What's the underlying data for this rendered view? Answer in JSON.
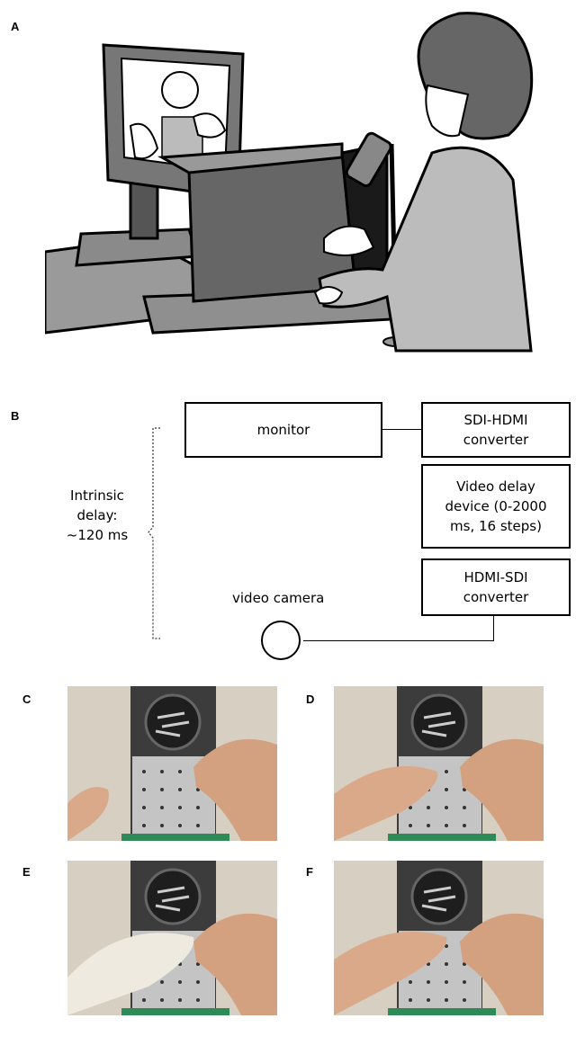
{
  "panels": {
    "a": "A",
    "b": "B",
    "c": "C",
    "d": "D",
    "e": "E",
    "f": "F"
  },
  "diagram": {
    "monitor": "monitor",
    "sdi_hdmi_line1": "SDI-HDMI",
    "sdi_hdmi_line2": "converter",
    "delay_line1": "Video delay",
    "delay_line2": "device (0-2000",
    "delay_line3": "ms, 16 steps)",
    "hdmi_sdi_line1": "HDMI-SDI",
    "hdmi_sdi_line2": "converter",
    "camera": "video camera",
    "intrinsic_line1": "Intrinsic",
    "intrinsic_line2": "delay:",
    "intrinsic_line3": "~120 ms"
  }
}
